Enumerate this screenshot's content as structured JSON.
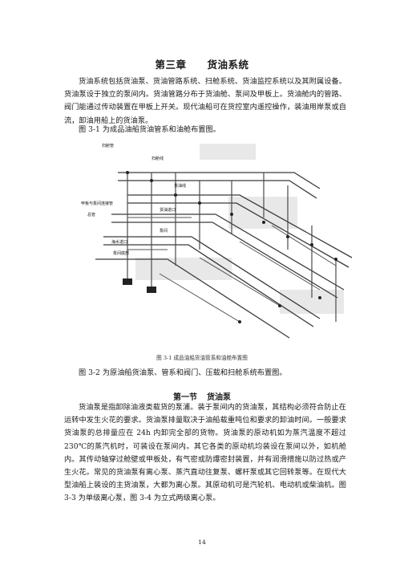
{
  "chapter": {
    "number": "第三章",
    "title": "货油系统"
  },
  "intro": {
    "paragraph": "货油系统包括货油泵、货油管路系统、扫舱系统、货油监控系统以及其附属设备。货油泵设于独立的泵间内。货油管路分布于货油舱、泵间及甲板上。货油舱内的管路、阀门能通过传动装置在甲板上开关。现代油船可在货控室内遥控操作，装油用岸泵或自流，卸油用船上的货油泵。",
    "fig_ref_1": "图 3-1 为成品油船货油管系和油舱布置图。"
  },
  "figure": {
    "labels": [
      "扫舱管",
      "扫舱线",
      "货油线",
      "货油进口",
      "泵间",
      "海水进口",
      "泵间底部",
      "甲板与泵间连接管",
      "总管"
    ]
  },
  "caption": "图 3-1  成品油船货油管系和油舱布置图",
  "fig_ref_2": "图 3-2 为原油船货油泵、管系和阀门、压载和扫舱系统布置图。",
  "section": {
    "number": "第一节",
    "title": "货油泵"
  },
  "section_para": "货油泵是指卸除油液类载货的泵浦。装于泵间内的货油泵，其结构必须符合防止在运转中发生火花的要求。货油泵排量取决于油船载重吨位和要求的卸油时间。一般要求货油泵的总排量应在 24h 内卸完全部的货物。货油泵的原动机如为蒸汽温度不超过 230℃的蒸汽机时，可装设在泵间内。其它各类的原动机均装设在泵间以外，如机舱内。其传动轴穿过舱壁或甲板处，有气密或防爆密封装置，并有润滑措施以防过热或产生火花。常见的货油泵有离心泵、蒸汽直动往复泵、螺杆泵或其它回转泵等。在现代大型油船上装设的主货油泵，大都为离心泵。其原动机可是汽轮机、电动机或柴油机。图 3-3 为单级离心泵，图 3-4 为立式两级离心泵。",
  "page_number": "14"
}
